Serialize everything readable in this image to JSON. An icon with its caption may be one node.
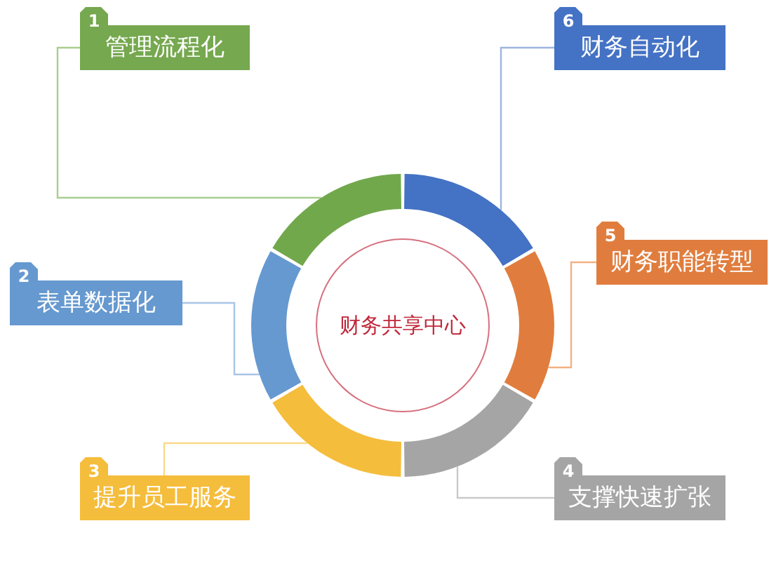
{
  "diagram": {
    "nodes": [
      {
        "text": [
          "1",
          "管理流程化"
        ]
      },
      {
        "text": [
          "6",
          "财务自动化"
        ]
      },
      {
        "text": [
          "5",
          "财务职能转型"
        ]
      },
      {
        "text": [
          "2",
          "表单数据化"
        ]
      },
      {
        "text": [
          "财务共享中心"
        ]
      },
      {
        "text": [
          "3",
          "提升员工服务"
        ]
      },
      {
        "text": [
          "4",
          "支撑快速扩张"
        ]
      },
      {
        "text": [],
        "shape": "arc"
      },
      {
        "text": [],
        "shape": "arc"
      },
      {
        "text": [],
        "shape": "arc"
      },
      {
        "text": [],
        "shape": "arc"
      },
      {
        "text": [],
        "shape": "arc"
      },
      {
        "text": [],
        "shape": "arc"
      }
    ],
    "edges": [
      {
        "from": 0,
        "to": 7,
        "arrow": "none",
        "color": "#a9cd8f"
      },
      {
        "from": 1,
        "to": 12,
        "arrow": "none",
        "color": "#9db4e0"
      },
      {
        "from": 2,
        "to": 11,
        "arrow": "none",
        "color": "#f4b183"
      },
      {
        "from": 3,
        "to": 8,
        "arrow": "none",
        "color": "#a9c4e6"
      },
      {
        "from": 5,
        "to": 9,
        "arrow": "none",
        "color": "#f9d98b"
      },
      {
        "from": 6,
        "to": 10,
        "arrow": "none",
        "color": "#c9c9c9"
      }
    ]
  }
}
